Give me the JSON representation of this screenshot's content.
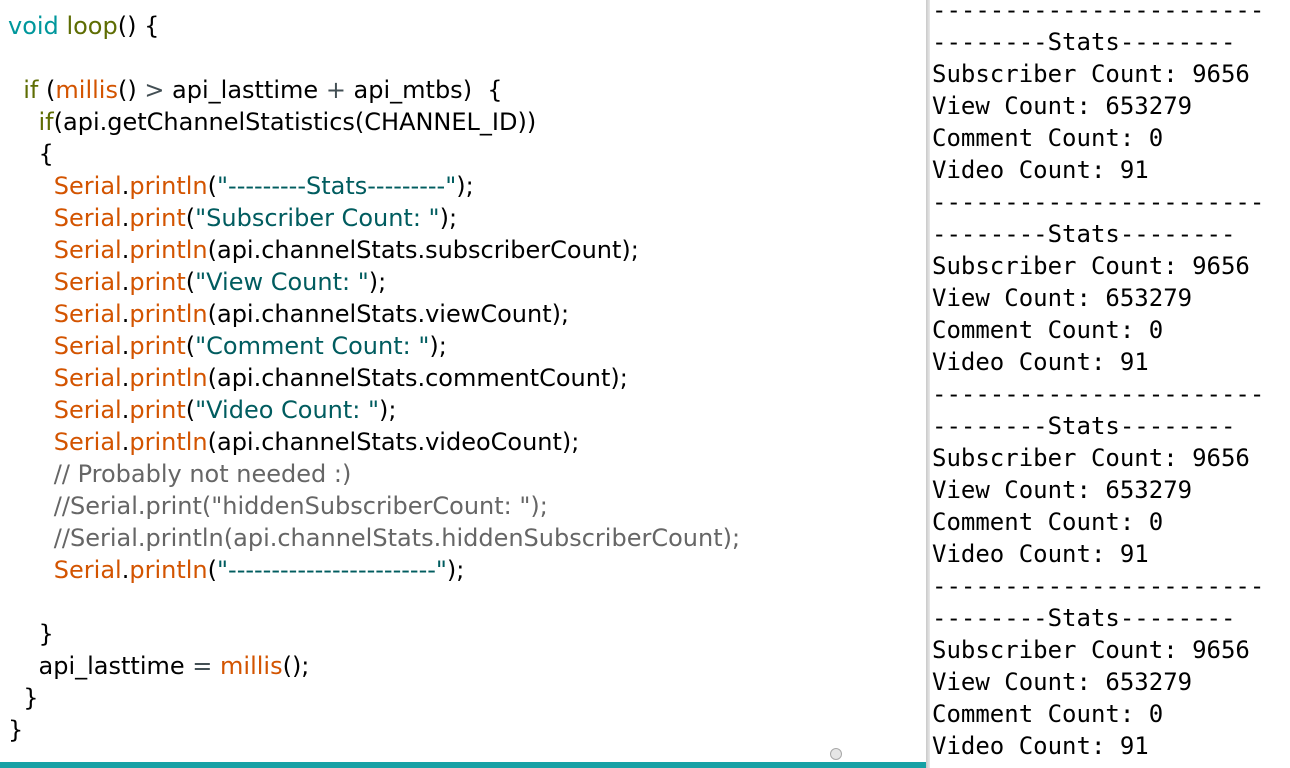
{
  "editor": {
    "lines": [
      {
        "tokens": [
          {
            "t": "void",
            "c": "kw"
          },
          {
            "t": " "
          },
          {
            "t": "loop",
            "c": "fn2"
          },
          {
            "t": "() {"
          }
        ]
      },
      {
        "tokens": []
      },
      {
        "tokens": [
          {
            "t": "  "
          },
          {
            "t": "if",
            "c": "fn2"
          },
          {
            "t": " ("
          },
          {
            "t": "millis",
            "c": "fn"
          },
          {
            "t": "() "
          },
          {
            "t": ">",
            "c": "op"
          },
          {
            "t": " api_lasttime "
          },
          {
            "t": "+",
            "c": "op"
          },
          {
            "t": " api_mtbs)  {"
          }
        ]
      },
      {
        "tokens": [
          {
            "t": "    "
          },
          {
            "t": "if",
            "c": "fn2"
          },
          {
            "t": "(api.getChannelStatistics(CHANNEL_ID))"
          }
        ]
      },
      {
        "tokens": [
          {
            "t": "    {"
          }
        ]
      },
      {
        "tokens": [
          {
            "t": "      "
          },
          {
            "t": "Serial",
            "c": "fn"
          },
          {
            "t": "."
          },
          {
            "t": "println",
            "c": "fn"
          },
          {
            "t": "("
          },
          {
            "t": "\"---------Stats---------\"",
            "c": "str"
          },
          {
            "t": ");"
          }
        ]
      },
      {
        "tokens": [
          {
            "t": "      "
          },
          {
            "t": "Serial",
            "c": "fn"
          },
          {
            "t": "."
          },
          {
            "t": "print",
            "c": "fn"
          },
          {
            "t": "("
          },
          {
            "t": "\"Subscriber Count: \"",
            "c": "str"
          },
          {
            "t": ");"
          }
        ]
      },
      {
        "tokens": [
          {
            "t": "      "
          },
          {
            "t": "Serial",
            "c": "fn"
          },
          {
            "t": "."
          },
          {
            "t": "println",
            "c": "fn"
          },
          {
            "t": "(api.channelStats.subscriberCount);"
          }
        ]
      },
      {
        "tokens": [
          {
            "t": "      "
          },
          {
            "t": "Serial",
            "c": "fn"
          },
          {
            "t": "."
          },
          {
            "t": "print",
            "c": "fn"
          },
          {
            "t": "("
          },
          {
            "t": "\"View Count: \"",
            "c": "str"
          },
          {
            "t": ");"
          }
        ]
      },
      {
        "tokens": [
          {
            "t": "      "
          },
          {
            "t": "Serial",
            "c": "fn"
          },
          {
            "t": "."
          },
          {
            "t": "println",
            "c": "fn"
          },
          {
            "t": "(api.channelStats.viewCount);"
          }
        ]
      },
      {
        "tokens": [
          {
            "t": "      "
          },
          {
            "t": "Serial",
            "c": "fn"
          },
          {
            "t": "."
          },
          {
            "t": "print",
            "c": "fn"
          },
          {
            "t": "("
          },
          {
            "t": "\"Comment Count: \"",
            "c": "str"
          },
          {
            "t": ");"
          }
        ]
      },
      {
        "tokens": [
          {
            "t": "      "
          },
          {
            "t": "Serial",
            "c": "fn"
          },
          {
            "t": "."
          },
          {
            "t": "println",
            "c": "fn"
          },
          {
            "t": "(api.channelStats.commentCount);"
          }
        ]
      },
      {
        "tokens": [
          {
            "t": "      "
          },
          {
            "t": "Serial",
            "c": "fn"
          },
          {
            "t": "."
          },
          {
            "t": "print",
            "c": "fn"
          },
          {
            "t": "("
          },
          {
            "t": "\"Video Count: \"",
            "c": "str"
          },
          {
            "t": ");"
          }
        ]
      },
      {
        "tokens": [
          {
            "t": "      "
          },
          {
            "t": "Serial",
            "c": "fn"
          },
          {
            "t": "."
          },
          {
            "t": "println",
            "c": "fn"
          },
          {
            "t": "(api.channelStats.videoCount);"
          }
        ]
      },
      {
        "tokens": [
          {
            "t": "      "
          },
          {
            "t": "// Probably not needed :)",
            "c": "cmt"
          }
        ]
      },
      {
        "tokens": [
          {
            "t": "      "
          },
          {
            "t": "//Serial.print(\"hiddenSubscriberCount: \");",
            "c": "cmt"
          }
        ]
      },
      {
        "tokens": [
          {
            "t": "      "
          },
          {
            "t": "//Serial.println(api.channelStats.hiddenSubscriberCount);",
            "c": "cmt"
          }
        ]
      },
      {
        "tokens": [
          {
            "t": "      "
          },
          {
            "t": "Serial",
            "c": "fn"
          },
          {
            "t": "."
          },
          {
            "t": "println",
            "c": "fn"
          },
          {
            "t": "("
          },
          {
            "t": "\"------------------------\"",
            "c": "str"
          },
          {
            "t": ");"
          }
        ]
      },
      {
        "tokens": []
      },
      {
        "tokens": [
          {
            "t": "    }"
          }
        ]
      },
      {
        "tokens": [
          {
            "t": "    api_lasttime "
          },
          {
            "t": "=",
            "c": "op"
          },
          {
            "t": " "
          },
          {
            "t": "millis",
            "c": "fn"
          },
          {
            "t": "();"
          }
        ]
      },
      {
        "tokens": [
          {
            "t": "  }"
          }
        ]
      },
      {
        "tokens": [
          {
            "t": "}"
          }
        ]
      }
    ]
  },
  "serial_monitor": {
    "lines": [
      "-----------------------",
      "--------Stats--------",
      "Subscriber Count: 9656",
      "View Count: 653279",
      "Comment Count: 0",
      "Video Count: 91",
      "-----------------------",
      "--------Stats--------",
      "Subscriber Count: 9656",
      "View Count: 653279",
      "Comment Count: 0",
      "Video Count: 91",
      "-----------------------",
      "--------Stats--------",
      "Subscriber Count: 9656",
      "View Count: 653279",
      "Comment Count: 0",
      "Video Count: 91",
      "-----------------------",
      "--------Stats--------",
      "Subscriber Count: 9656",
      "View Count: 653279",
      "Comment Count: 0",
      "Video Count: 91"
    ]
  },
  "colors": {
    "keyword": "#00979c",
    "function": "#d35400",
    "control": "#5e6d03",
    "string": "#005c5f",
    "comment": "#666666",
    "accent_bar": "#17a1a5"
  }
}
